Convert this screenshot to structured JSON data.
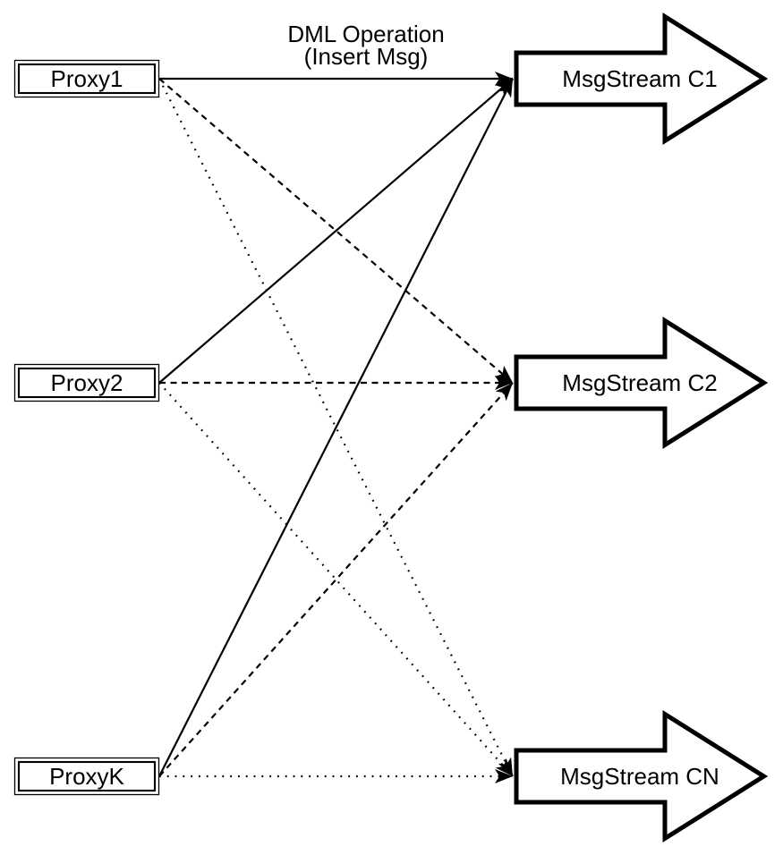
{
  "title": {
    "line1": "DML Operation",
    "line2": "(Insert Msg)"
  },
  "nodes": {
    "proxies": [
      {
        "id": "proxy1",
        "label": "Proxy1"
      },
      {
        "id": "proxy2",
        "label": "Proxy2"
      },
      {
        "id": "proxyk",
        "label": "ProxyK"
      }
    ],
    "streams": [
      {
        "id": "c1",
        "label": "MsgStream C1"
      },
      {
        "id": "c2",
        "label": "MsgStream C2"
      },
      {
        "id": "cn",
        "label": "MsgStream CN"
      }
    ]
  },
  "edges": [
    {
      "from": "proxy1",
      "to": "c1",
      "style": "solid",
      "arrowhead": "filled"
    },
    {
      "from": "proxy1",
      "to": "c2",
      "style": "dashed",
      "arrowhead": "filled"
    },
    {
      "from": "proxy1",
      "to": "cn",
      "style": "dotted",
      "arrowhead": "filled"
    },
    {
      "from": "proxy2",
      "to": "c1",
      "style": "solid",
      "arrowhead": "filled"
    },
    {
      "from": "proxy2",
      "to": "c2",
      "style": "dashed",
      "arrowhead": "filled"
    },
    {
      "from": "proxy2",
      "to": "cn",
      "style": "dotted",
      "arrowhead": "filled"
    },
    {
      "from": "proxyk",
      "to": "c1",
      "style": "solid",
      "arrowhead": "filled"
    },
    {
      "from": "proxyk",
      "to": "c2",
      "style": "dashed",
      "arrowhead": "filled"
    },
    {
      "from": "proxyk",
      "to": "cn",
      "style": "dotted",
      "arrowhead": "filled"
    }
  ],
  "colors": {
    "stroke": "#000000",
    "node_fill": "#ffffff",
    "background": "#ffffff"
  }
}
